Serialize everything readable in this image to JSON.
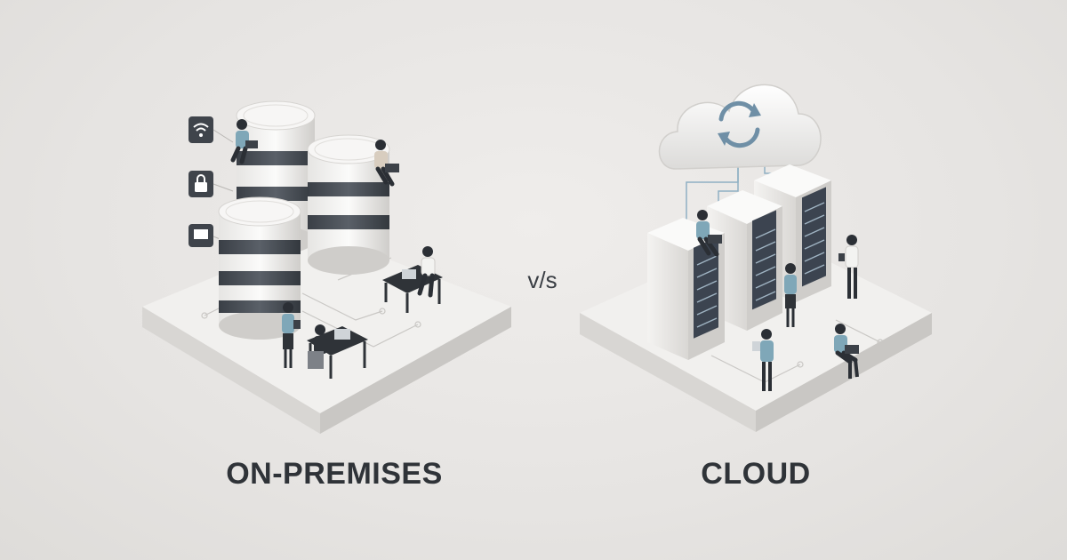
{
  "labels": {
    "left": "ON-PREMISES",
    "separator": "v/s",
    "right": "CLOUD"
  },
  "icons": {
    "on_premises_side": [
      "wifi-icon",
      "lock-icon",
      "monitor-icon"
    ],
    "cloud_side": [
      "cloud-sync-icon"
    ]
  },
  "colors": {
    "background": "#e8e6e4",
    "text": "#2f3338",
    "platform_top": "#f1f0ee",
    "platform_side": "#d6d4d1",
    "database_band": "#4a4f57",
    "server_panel": "#3c4450",
    "person_shirt": "#7fa7b8",
    "sync_arrows": "#6f8fa6"
  }
}
